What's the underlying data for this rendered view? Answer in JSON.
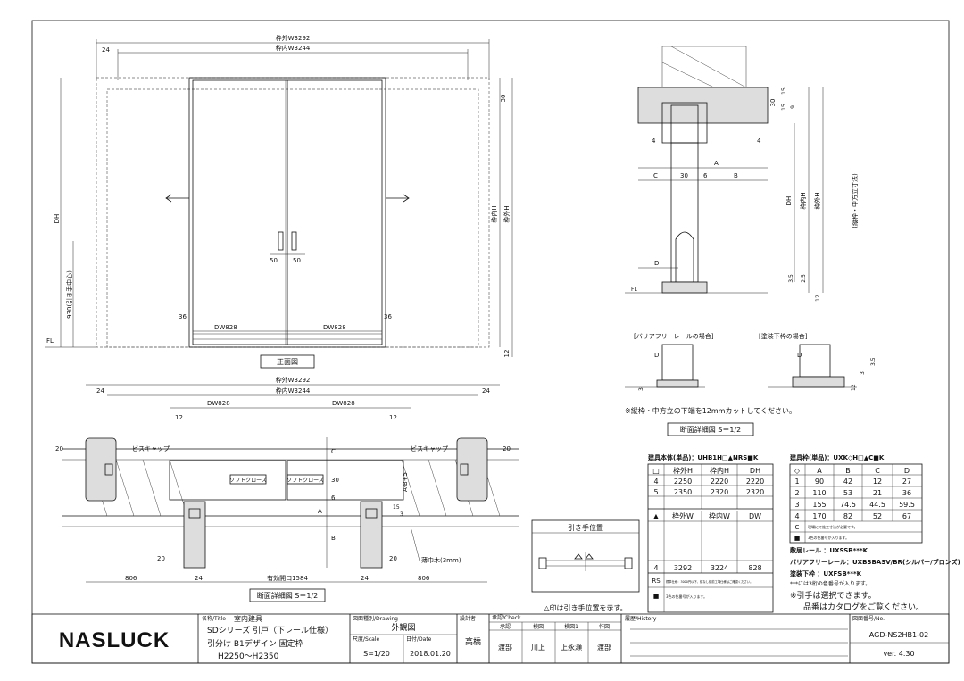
{
  "front_view": {
    "outer_width": "枠外W3292",
    "inner_width": "枠内W3244",
    "side_dim": "24",
    "left_height": "DH",
    "handle_height": "930(引き手中心)",
    "fl": "FL",
    "top_30": "30",
    "inner_h": "枠内H",
    "outer_h": "枠外H",
    "bottom_12": "12",
    "handle_dim_a": "50",
    "handle_dim_b": "50",
    "gap_left": "36",
    "gap_right": "36",
    "dw_left": "DW828",
    "dw_right": "DW828",
    "title": "正面図"
  },
  "plan_view": {
    "outer_width": "枠外W3292",
    "inner_width": "枠内W3244",
    "dim_24a": "24",
    "dim_24b": "24",
    "dw_left": "DW828",
    "dw_right": "DW828",
    "dim_12a": "12",
    "dim_12b": "12",
    "dim_20a": "20",
    "dim_20b": "20",
    "dim_20c": "20",
    "dim_20d": "20",
    "screw_cap_left": "ビスキャップ",
    "screw_cap_right": "ビスキャップ",
    "soft_close_l": "ソフトクローズ",
    "soft_close_r": "ソフトクローズ",
    "dim_c": "C",
    "dim_30": "30",
    "dim_6": "6",
    "dim_b": "B",
    "dim_a": "A",
    "dim_ab5": "A-B+5",
    "dim_15": "15",
    "dim_3": "3",
    "dim_806a": "806",
    "dim_24c": "24",
    "opening": "有効開口1584",
    "dim_24d": "24",
    "dim_806b": "806",
    "thin_wood": "薄巾木(3mm)",
    "title": "断面詳細図 S＝1/2"
  },
  "section_view": {
    "dim_30": "30",
    "dim_15a": "15",
    "dim_15b": "15",
    "dim_9": "9",
    "dim_4a": "4",
    "dim_4b": "4",
    "dim_a": "A",
    "dim_c": "C",
    "dim_30b": "30",
    "dim_6": "6",
    "dim_b": "B",
    "dh": "DH",
    "inner_h": "枠内H",
    "outer_h": "枠外H",
    "note_h": "(縦枠・中方立寸法)",
    "dim_d": "D",
    "dim_35": "3.5",
    "dim_25": "2.5",
    "dim_12": "12",
    "fl": "FL",
    "case_bf": "[バリアフリーレールの場合]",
    "case_paint": "[塗装下枠の場合]",
    "d2": "D",
    "d3": "D",
    "dim_3a": "3",
    "dim_12b": "12",
    "dim_3b": "3",
    "dim_35b": "3.5",
    "note": "※縦枠・中方立の下端を12mmカットしてください。",
    "title": "断面詳細図 S＝1/2"
  },
  "hardware_table": {
    "title": "建具本体(単品)：UHB1H□▲NRS■K",
    "headers": [
      "□",
      "枠外H",
      "枠内H",
      "DH"
    ],
    "rows": [
      [
        "4",
        "2250",
        "2220",
        "2220"
      ],
      [
        "5",
        "2350",
        "2320",
        "2320"
      ]
    ],
    "headers2": [
      "▲",
      "枠外W",
      "枠内W",
      "DW"
    ],
    "rows2": [
      [
        "4",
        "3292",
        "3224",
        "828"
      ]
    ],
    "rs_label": "RS",
    "rs_text": "標準仕様：3000円以下、錠なし錠前工場仕様はご確認ください。",
    "sq_label": "■",
    "sq_text": "3色の色番号が入ります。"
  },
  "frame_table": {
    "title": "建具枠(単品)：UXK◇H□▲C■K",
    "headers": [
      "◇",
      "A",
      "B",
      "C",
      "D"
    ],
    "rows": [
      [
        "1",
        "90",
        "42",
        "12",
        "27"
      ],
      [
        "2",
        "110",
        "53",
        "21",
        "36"
      ],
      [
        "3",
        "155",
        "74.5",
        "44.5",
        "59.5"
      ],
      [
        "4",
        "170",
        "82",
        "52",
        "67"
      ]
    ],
    "c_label": "C",
    "c_text": "現場にて施工寸法が必要です。",
    "sq_label": "■",
    "sq_text": "3色の色番号が入ります。"
  },
  "notes": {
    "rail": "敷居レール ：UXSSB***K",
    "bf_rail": "バリアフリーレール：UXBSBASV/BR(シルバー/ブロンズ)",
    "paint": "塗装下枠 ：UXFSB***K",
    "color": "***には3桁の色番号が入ります。",
    "select": "※引手は選択できます。",
    "catalog": "品番はカタログをご覧ください。"
  },
  "handle_position": {
    "title": "引き手位置",
    "note": "△印は引き手位置を示す。"
  },
  "title_block": {
    "logo": "NASLUCK",
    "name_label": "名称/Title",
    "name1": "室内建具",
    "name2": "SDシリーズ 引戸（下レール仕様）",
    "name3": "引分け B1デザイン 固定枠",
    "name4": "H2250～H2350",
    "drawing_label": "図面種別/Drawing",
    "drawing": "外観図",
    "scale_label": "尺度/Scale",
    "scale": "S=1/20",
    "date_label": "日付/Date",
    "date": "2018.01.20",
    "designer_label": "設計者",
    "designer": "高橋",
    "check_label": "承認/Check",
    "approve": "承認",
    "check": "検図",
    "check1": "検図1",
    "author": "作図",
    "sign1": "渡部",
    "sign2": "川上",
    "sign3": "上永瀬",
    "sign4": "渡部",
    "history_label": "履歴/History",
    "number_label": "図面番号/No.",
    "number": "AGD-NS2HB1-02",
    "version": "ver. 4.30"
  }
}
